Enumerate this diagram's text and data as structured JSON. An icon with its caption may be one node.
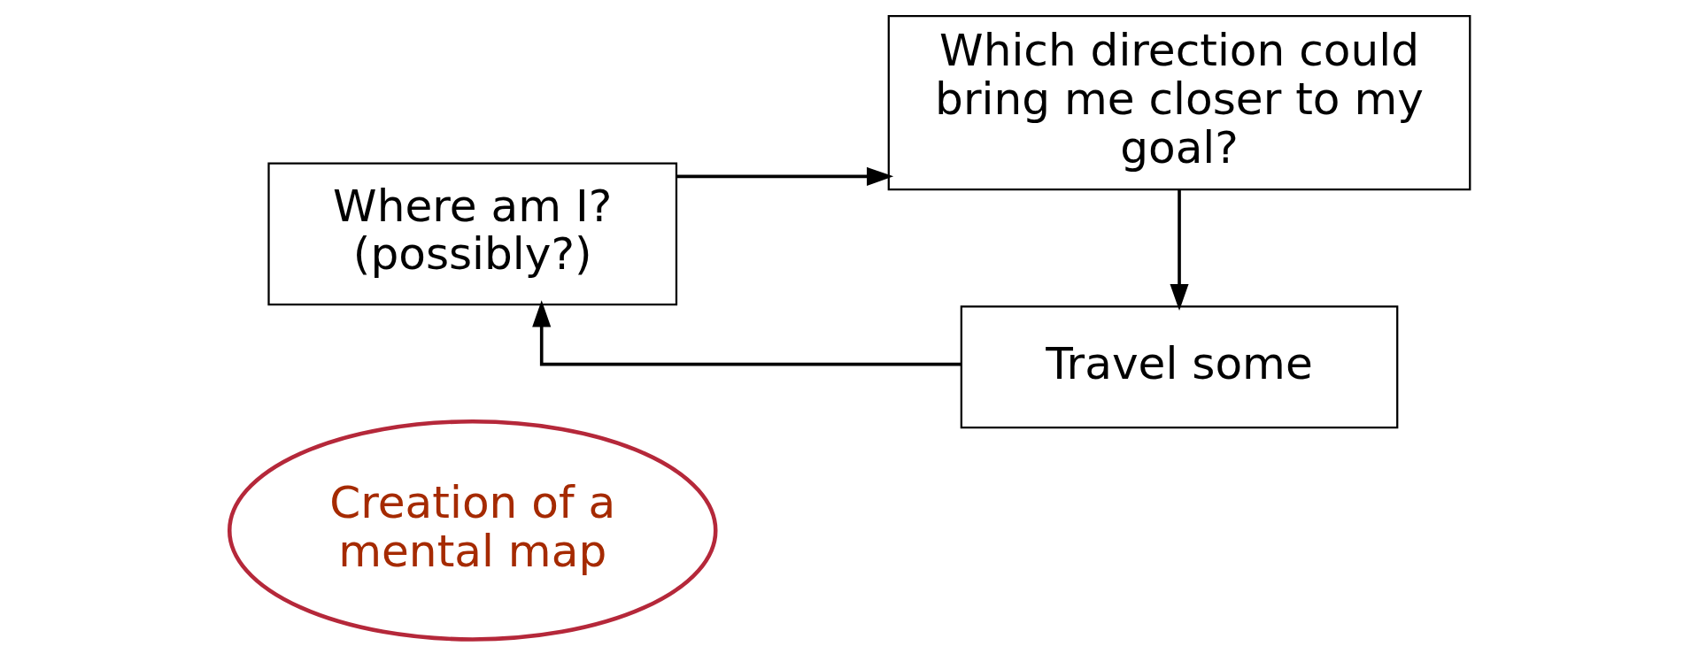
{
  "diagram": {
    "nodes": [
      {
        "text": [
          "Where am I? (possibly?)"
        ]
      },
      {
        "text": [
          "Which direction could bring me closer to my goal?"
        ]
      },
      {
        "text": [
          "Travel some"
        ]
      },
      {
        "text": [
          "Creation of a mental map"
        ]
      }
    ],
    "edges": [
      {
        "from": 0,
        "to": 1,
        "arrow": "to"
      },
      {
        "from": 1,
        "to": 2,
        "arrow": "to"
      },
      {
        "from": 2,
        "to": 0,
        "arrow": "to"
      }
    ]
  }
}
